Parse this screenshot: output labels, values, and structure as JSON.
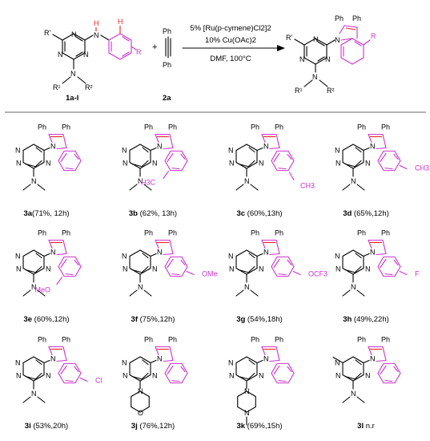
{
  "reaction": {
    "reactant_label": "1a-l",
    "alkyne_label": "2a",
    "conditions": [
      "5% [Ru(p-cymene)Cl2]2",
      "10% Cu(OAc)2",
      "DMF, 100°C"
    ],
    "atoms": {
      "r_prime": "R'",
      "n": "N",
      "h": "H",
      "r": "R",
      "r1": "R¹",
      "r2": "R²",
      "ph": "Ph",
      "plus": "+"
    }
  },
  "products": [
    {
      "id": "3a",
      "bold": "3a",
      "rest": "(71%, 12h)",
      "substituent": ""
    },
    {
      "id": "3b",
      "bold": "3b",
      "rest": " (62%, 13h)",
      "substituent": "H3C"
    },
    {
      "id": "3c",
      "bold": "3c",
      "rest": " (60%,13h)",
      "substituent": "CH3"
    },
    {
      "id": "3d",
      "bold": "3d",
      "rest": " (65%,12h)",
      "substituent": "CH3"
    },
    {
      "id": "3e",
      "bold": "3e",
      "rest": " (60%,12h)",
      "substituent": "MeO"
    },
    {
      "id": "3f",
      "bold": "3f",
      "rest": " (75%,12h)",
      "substituent": "OMe"
    },
    {
      "id": "3g",
      "bold": "3g",
      "rest": " (54%,18h)",
      "substituent": "OCF3"
    },
    {
      "id": "3h",
      "bold": "3h",
      "rest": " (49%,22h)",
      "substituent": "F"
    },
    {
      "id": "3i",
      "bold": "3i",
      "rest": " (53%,20h)",
      "substituent": "Cl"
    },
    {
      "id": "3j",
      "bold": "3j",
      "rest": " (76%,12h)",
      "substituent": ""
    },
    {
      "id": "3k",
      "bold": "3k",
      "rest": " (69%,15h)",
      "substituent": ""
    },
    {
      "id": "3l",
      "bold": "3l",
      "rest": " n.r",
      "substituent": ""
    }
  ]
}
